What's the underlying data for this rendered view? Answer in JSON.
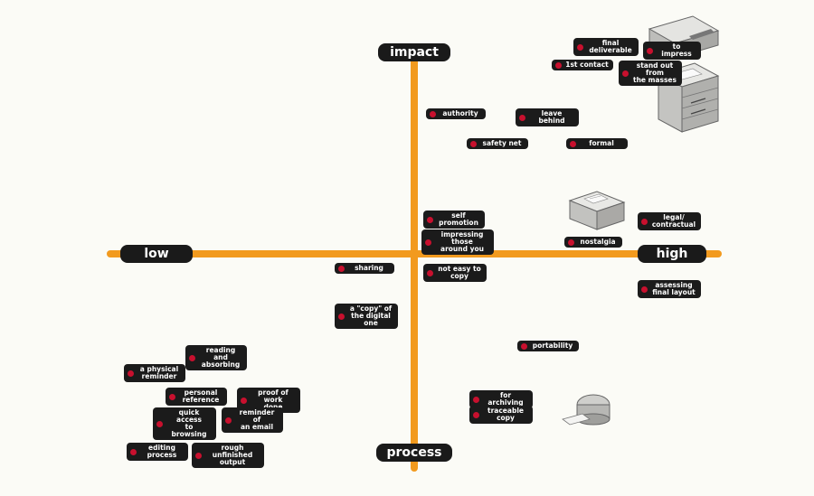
{
  "axes": {
    "top": "impact",
    "bottom": "process",
    "left": "low",
    "right": "high"
  },
  "items": [
    {
      "name": "item-final-deliverable",
      "label": "final\ndeliverable"
    },
    {
      "name": "item-to-impress",
      "label": "to impress"
    },
    {
      "name": "item-1st-contact",
      "label": "1st contact"
    },
    {
      "name": "item-stand-out",
      "label": "stand out from\nthe masses"
    },
    {
      "name": "item-authority",
      "label": "authority"
    },
    {
      "name": "item-leave-behind",
      "label": "leave behind"
    },
    {
      "name": "item-safety-net",
      "label": "safety net"
    },
    {
      "name": "item-formal",
      "label": "formal"
    },
    {
      "name": "item-self-promotion",
      "label": "self\npromotion"
    },
    {
      "name": "item-impressing",
      "label": "impressing those\naround you"
    },
    {
      "name": "item-legal",
      "label": "legal/\ncontractual"
    },
    {
      "name": "item-nostalgia",
      "label": "nostalgia"
    },
    {
      "name": "item-sharing",
      "label": "sharing"
    },
    {
      "name": "item-not-easy-to-copy",
      "label": "not easy to\ncopy"
    },
    {
      "name": "item-assessing",
      "label": "assessing\nfinal layout"
    },
    {
      "name": "item-copy-of-digital",
      "label": "a \"copy\" of\nthe digital one"
    },
    {
      "name": "item-portability",
      "label": "portability"
    },
    {
      "name": "item-reading",
      "label": "reading and\nabsorbing"
    },
    {
      "name": "item-physical-reminder",
      "label": "a physical\nreminder"
    },
    {
      "name": "item-personal-reference",
      "label": "personal\nreference"
    },
    {
      "name": "item-proof-of-work",
      "label": "proof of work\ndone"
    },
    {
      "name": "item-quick-access",
      "label": "quick access\nto browsing"
    },
    {
      "name": "item-reminder-email",
      "label": "reminder of\nan email"
    },
    {
      "name": "item-for-archiving",
      "label": "for archiving"
    },
    {
      "name": "item-traceable",
      "label": "traceable\ncopy"
    },
    {
      "name": "item-editing",
      "label": "editing\nprocess"
    },
    {
      "name": "item-rough-output",
      "label": "rough unfinished\noutput"
    }
  ]
}
